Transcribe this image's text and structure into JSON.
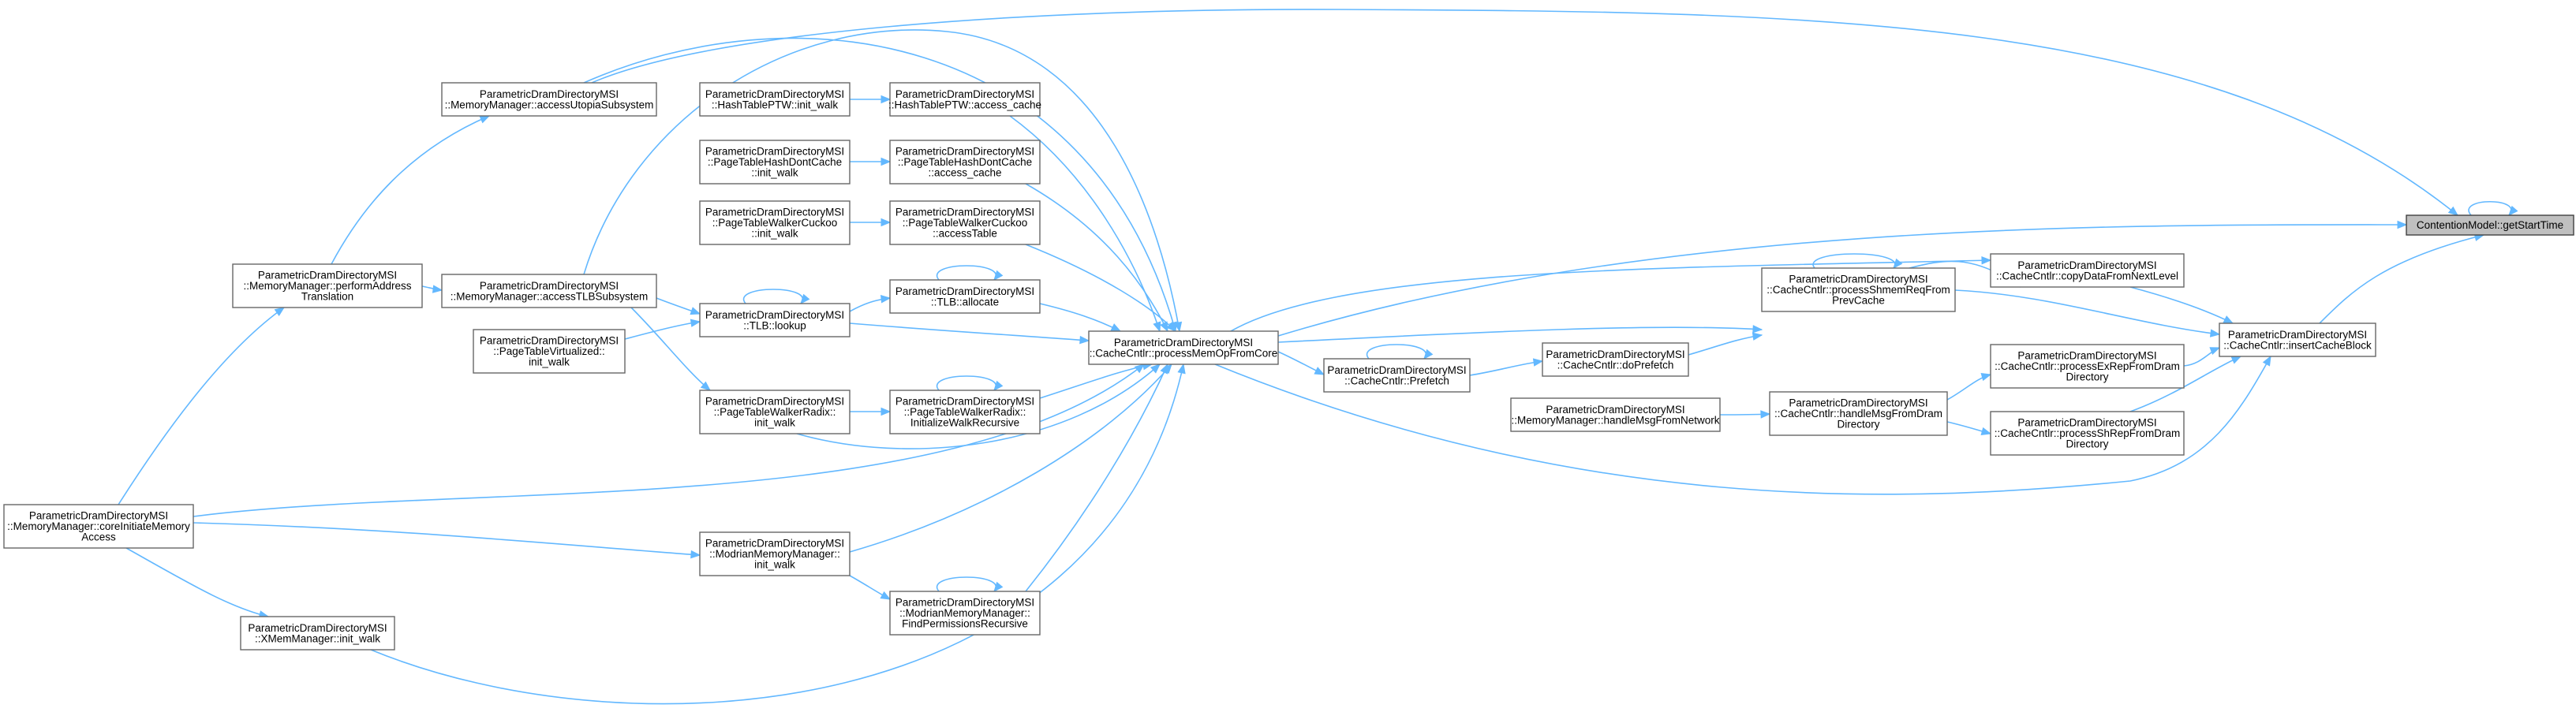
{
  "graph": {
    "title": "ContentionModel::getStartTime",
    "nodes": {
      "getStartTime": [
        "ContentionModel::getStartTime"
      ],
      "insertCacheBlock": [
        "ParametricDramDirectoryMSI",
        "::CacheCntlr::insertCacheBlock"
      ],
      "copyDataFromNextLevel": [
        "ParametricDramDirectoryMSI",
        "::CacheCntlr::copyDataFromNextLevel"
      ],
      "processExRep": [
        "ParametricDramDirectoryMSI",
        "::CacheCntlr::processExRepFromDram",
        "Directory"
      ],
      "processShRep": [
        "ParametricDramDirectoryMSI",
        "::CacheCntlr::processShRepFromDram",
        "Directory"
      ],
      "processShmemReq": [
        "ParametricDramDirectoryMSI",
        "::CacheCntlr::processShmemReqFrom",
        "PrevCache"
      ],
      "handleMsgFromDram": [
        "ParametricDramDirectoryMSI",
        "::CacheCntlr::handleMsgFromDram",
        "Directory"
      ],
      "handleMsgFromNetwork": [
        "ParametricDramDirectoryMSI",
        "::MemoryManager::handleMsgFromNetwork"
      ],
      "doPrefetch": [
        "ParametricDramDirectoryMSI",
        "::CacheCntlr::doPrefetch"
      ],
      "Prefetch": [
        "ParametricDramDirectoryMSI",
        "::CacheCntlr::Prefetch"
      ],
      "processMemOp": [
        "ParametricDramDirectoryMSI",
        "::CacheCntlr::processMemOpFromCore"
      ],
      "accessCacheHTP": [
        "ParametricDramDirectoryMSI",
        "::HashTablePTW::access_cache"
      ],
      "accessCacheHDC": [
        "ParametricDramDirectoryMSI",
        "::PageTableHashDontCache",
        "::access_cache"
      ],
      "accessTableCuckoo": [
        "ParametricDramDirectoryMSI",
        "::PageTableWalkerCuckoo",
        "::accessTable"
      ],
      "tlbAllocate": [
        "ParametricDramDirectoryMSI",
        "::TLB::allocate"
      ],
      "radixInitRec": [
        "ParametricDramDirectoryMSI",
        "::PageTableWalkerRadix::",
        "InitializeWalkRecursive"
      ],
      "findPermRec": [
        "ParametricDramDirectoryMSI",
        "::ModrianMemoryManager::",
        "FindPermissionsRecursive"
      ],
      "htpInit": [
        "ParametricDramDirectoryMSI",
        "::HashTablePTW::init_walk"
      ],
      "hdcInit": [
        "ParametricDramDirectoryMSI",
        "::PageTableHashDontCache",
        "::init_walk"
      ],
      "cuckooInit": [
        "ParametricDramDirectoryMSI",
        "::PageTableWalkerCuckoo",
        "::init_walk"
      ],
      "tlbLookup": [
        "ParametricDramDirectoryMSI",
        "::TLB::lookup"
      ],
      "radixInit": [
        "ParametricDramDirectoryMSI",
        "::PageTableWalkerRadix::",
        "init_walk"
      ],
      "modrianInit": [
        "ParametricDramDirectoryMSI",
        "::ModrianMemoryManager::",
        "init_walk"
      ],
      "accessUtopia": [
        "ParametricDramDirectoryMSI",
        "::MemoryManager::accessUtopiaSubsystem"
      ],
      "accessTLBSub": [
        "ParametricDramDirectoryMSI",
        "::MemoryManager::accessTLBSubsystem"
      ],
      "virtInit": [
        "ParametricDramDirectoryMSI",
        "::PageTableVirtualized::",
        "init_walk"
      ],
      "performAddr": [
        "ParametricDramDirectoryMSI",
        "::MemoryManager::performAddress",
        "Translation"
      ],
      "coreInitiate": [
        "ParametricDramDirectoryMSI",
        "::MemoryManager::coreInitiateMemory",
        "Access"
      ],
      "xmemInit": [
        "ParametricDramDirectoryMSI",
        "::XMemManager::init_walk"
      ]
    }
  },
  "colors": {
    "edge": "#63b8ff",
    "node_border": "#666666",
    "focus_fill": "#bfbfbf"
  }
}
